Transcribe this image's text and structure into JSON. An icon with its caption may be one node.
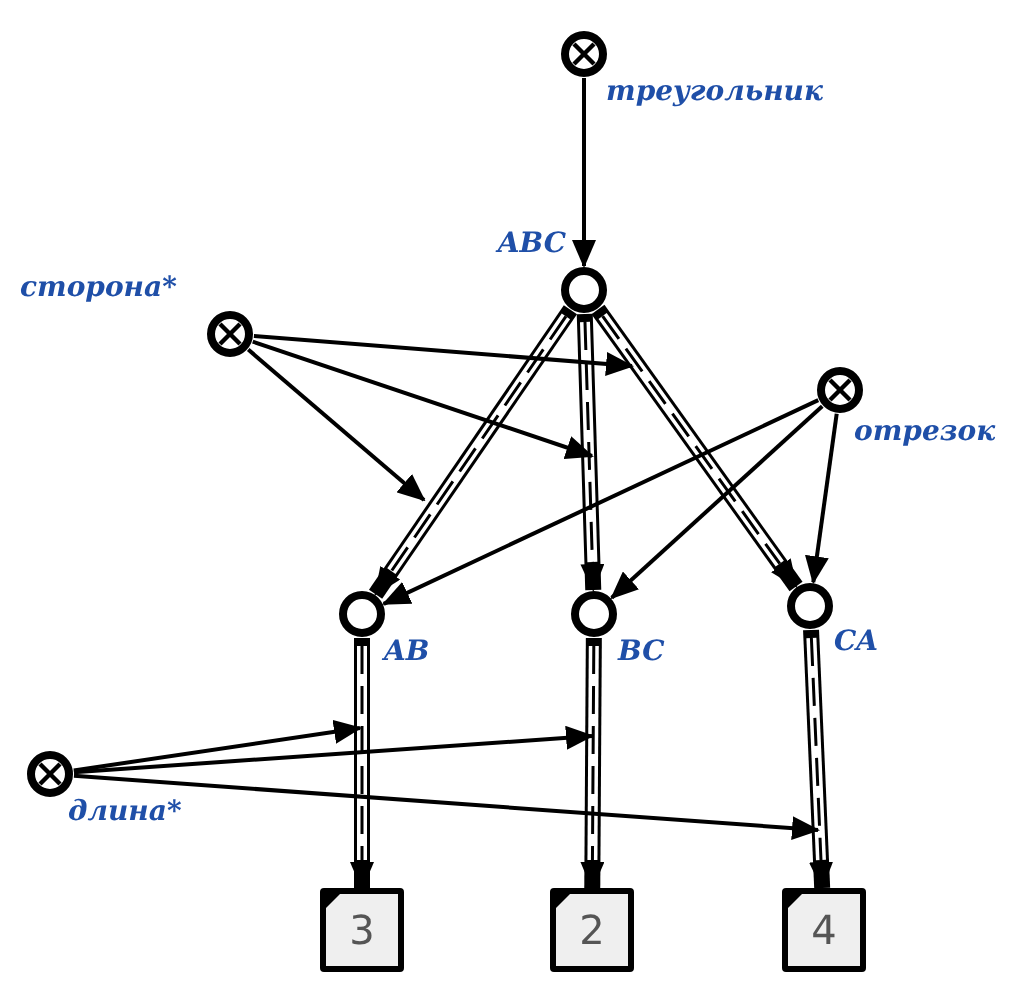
{
  "diagram": {
    "nodes": [
      {
        "text": [],
        "shape": "cross",
        "beside": [
          "треугольник"
        ]
      },
      {
        "text": [],
        "shape": "circle",
        "beside": [
          "ABC"
        ]
      },
      {
        "text": [],
        "shape": "cross",
        "beside": [
          "сторона*"
        ]
      },
      {
        "text": [],
        "shape": "cross",
        "beside": [
          "отрезок"
        ]
      },
      {
        "text": [],
        "shape": "circle",
        "beside": [
          "AB"
        ]
      },
      {
        "text": [],
        "shape": "circle",
        "beside": [
          "BC"
        ]
      },
      {
        "text": [],
        "shape": "circle",
        "beside": [
          "CA"
        ]
      },
      {
        "text": [],
        "shape": "cross",
        "beside": [
          "длина*"
        ]
      },
      {
        "text": [
          "3"
        ]
      },
      {
        "text": [
          "2"
        ]
      },
      {
        "text": [
          "4"
        ]
      }
    ],
    "edges": [
      {
        "from": 0,
        "to": 1,
        "arrow": "to"
      },
      {
        "from": 1,
        "to": 4,
        "arrow": "to",
        "style": "thick"
      },
      {
        "from": 1,
        "to": 5,
        "arrow": "to",
        "style": "thick"
      },
      {
        "from": 1,
        "to": 6,
        "arrow": "to",
        "style": "thick"
      },
      {
        "from": 4,
        "to": 8,
        "arrow": "to",
        "style": "thick"
      },
      {
        "from": 5,
        "to": 9,
        "arrow": "to",
        "style": "thick"
      },
      {
        "from": 6,
        "to": 10,
        "arrow": "to",
        "style": "thick"
      },
      {
        "from": 2,
        "to": null,
        "arrow": "to"
      },
      {
        "from": 2,
        "to": null,
        "arrow": "to"
      },
      {
        "from": 2,
        "to": null,
        "arrow": "to"
      },
      {
        "from": 3,
        "to": 4,
        "arrow": "to"
      },
      {
        "from": 3,
        "to": 5,
        "arrow": "to"
      },
      {
        "from": 3,
        "to": 6,
        "arrow": "to"
      },
      {
        "from": 7,
        "to": null,
        "arrow": "to"
      },
      {
        "from": 7,
        "to": null,
        "arrow": "to"
      },
      {
        "from": 7,
        "to": null,
        "arrow": "to"
      }
    ]
  }
}
